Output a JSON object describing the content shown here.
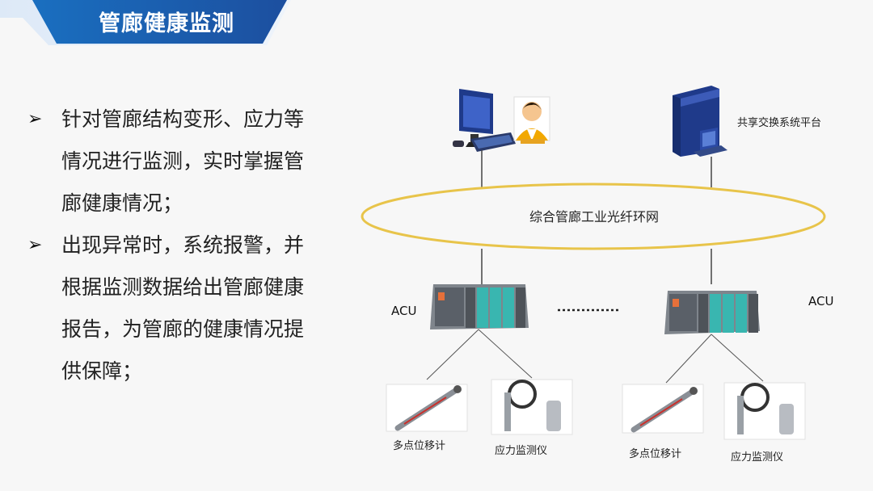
{
  "header": {
    "title": "管廊健康监测"
  },
  "bullets": [
    {
      "marker": "➢",
      "text": "针对管廊结构变形、应力等情况进行监测，实时掌握管廊健康情况；"
    },
    {
      "marker": "➢",
      "text": "出现异常时，系统报警，并根据监测数据给出管廊健康报告，为管廊的健康情况提供保障；"
    }
  ],
  "diagram": {
    "platform_label": "共享交换系统平台",
    "ring_label": "综合管廊工业光纤环网",
    "acu_left_label": "ACU",
    "acu_right_label": "ACU",
    "sensor_left_1": "多点位移计",
    "sensor_left_2": "应力监测仪",
    "sensor_right_1": "多点位移计",
    "sensor_right_2": "应力监测仪"
  },
  "colors": {
    "banner": "#1a5aa8",
    "ring": "#e8c44a",
    "monitor": "#1f3a8a",
    "module": "#39b6b0"
  }
}
